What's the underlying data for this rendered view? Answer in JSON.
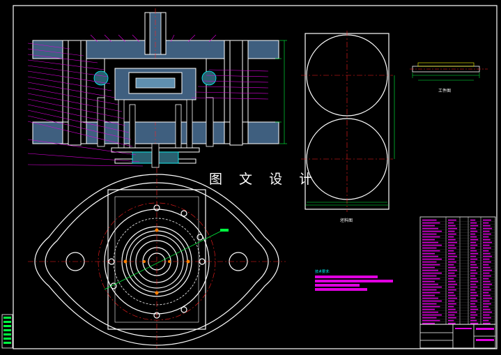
{
  "watermark": "图 文 设 计",
  "blank_view_caption": "坯料图",
  "workpiece_caption": "工件图",
  "tech_requirements_title": "技术要求:",
  "colors": {
    "background": "#000000",
    "outline": "#ffffff",
    "centerline": "#ff2020",
    "dimension": "#00ff40",
    "leader": "#e000e0",
    "section_fill": "#4a6a8a",
    "hidden": "#ffff00",
    "accent_cyan": "#00ffff"
  }
}
